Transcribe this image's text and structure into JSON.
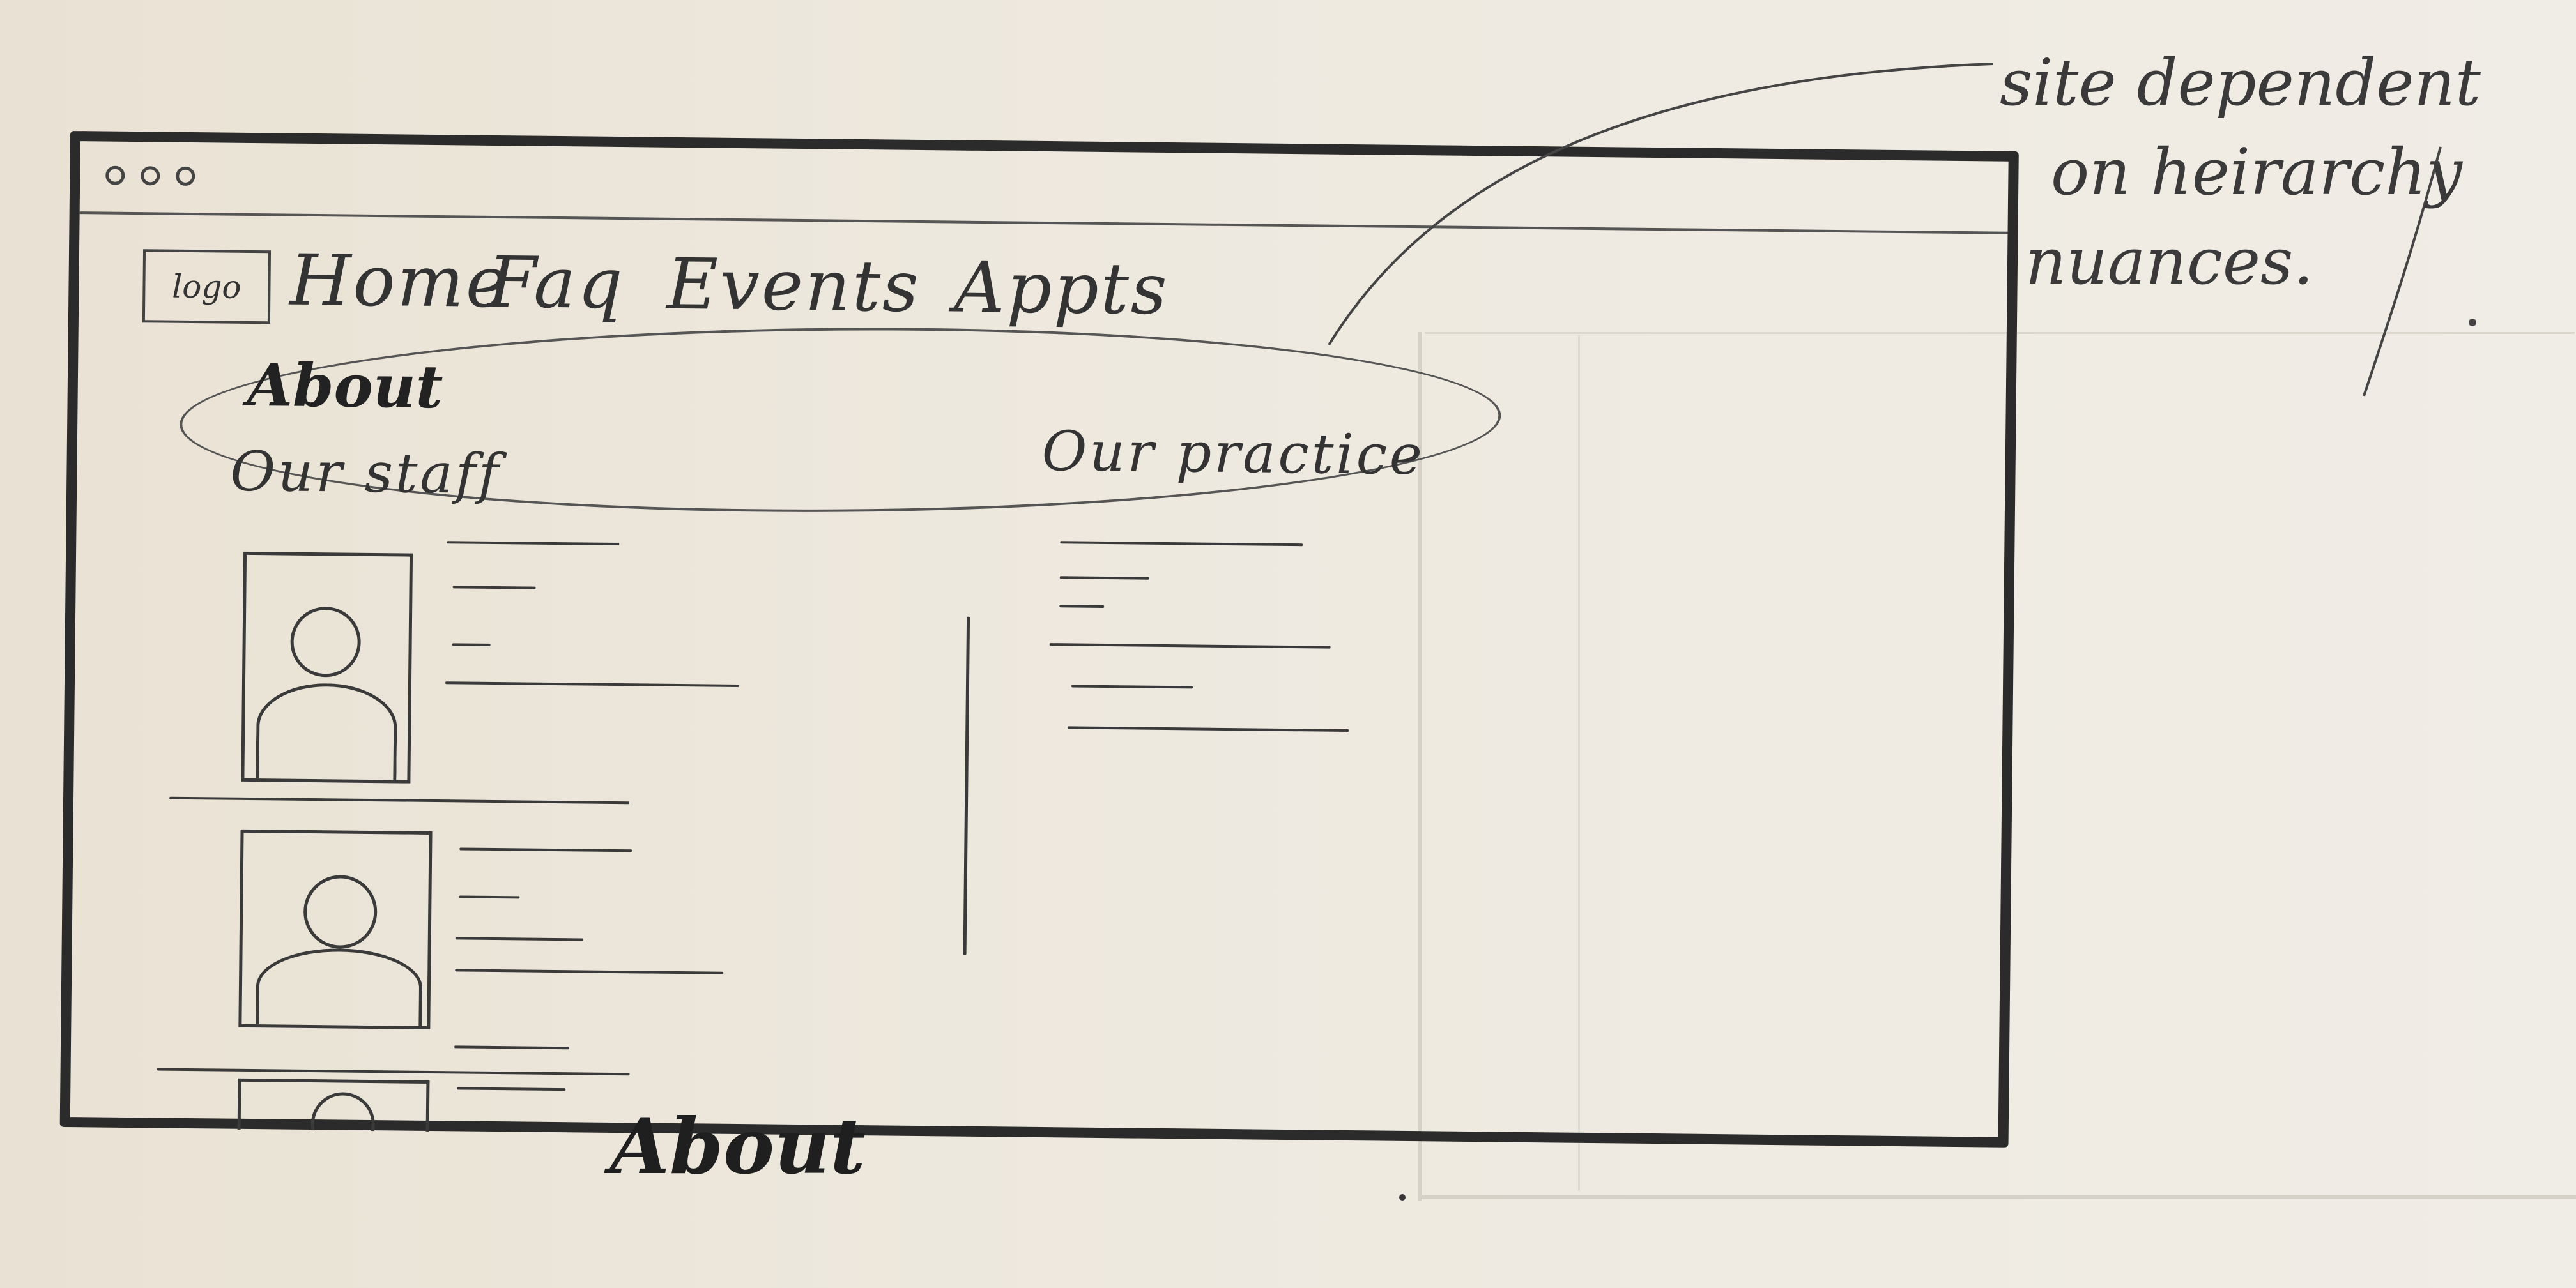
{
  "window": {
    "controls": [
      "close",
      "minimize",
      "maximize"
    ]
  },
  "header": {
    "logo_label": "logo",
    "nav": [
      {
        "label": "Home"
      },
      {
        "label": "Faq"
      },
      {
        "label": "Events"
      },
      {
        "label": "Appts"
      }
    ]
  },
  "main": {
    "section_title": "About",
    "staff_heading": "Our staff",
    "practice_heading": "Our practice"
  },
  "caption": "About",
  "annotation": {
    "lines": [
      "site dependent",
      "on heirarchy",
      "nuances."
    ]
  },
  "colors": {
    "ink": "#2b2b2b",
    "paper": "#ece6da"
  }
}
